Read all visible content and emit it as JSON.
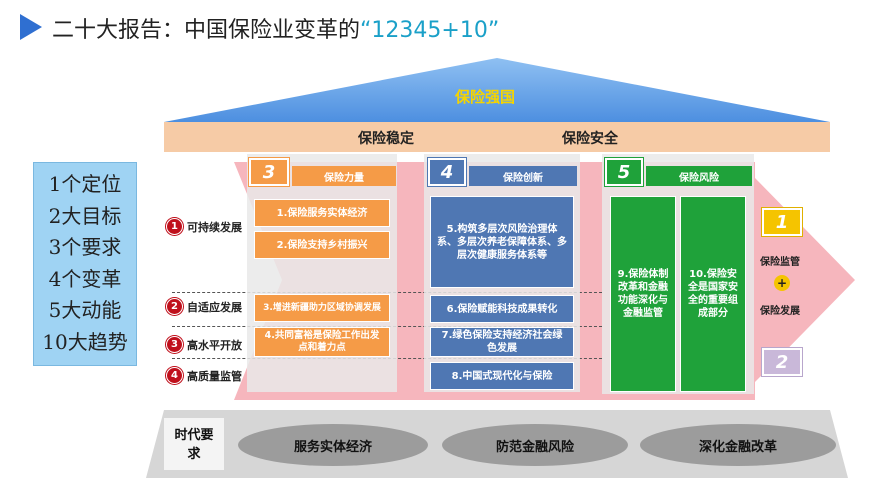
{
  "title": {
    "prefix": "二十大报告：中国保险业变革的",
    "highlight": "“12345+10”"
  },
  "roof": {
    "label": "保险强国"
  },
  "beam": {
    "left": "保险稳定",
    "right": "保险安全"
  },
  "left_list": [
    "1个定位",
    "2大目标",
    "3个要求",
    "4个变革",
    "5大动能",
    "10大趋势"
  ],
  "rows": [
    {
      "num": "1",
      "label": "可持续发展"
    },
    {
      "num": "2",
      "label": "自适应发展"
    },
    {
      "num": "3",
      "label": "高水平开放"
    },
    {
      "num": "4",
      "label": "高质量监管"
    }
  ],
  "col3": {
    "num": "3",
    "header": "保险力量",
    "items": [
      "1.保险服务实体经济",
      "2.保险支持乡村振兴",
      "3.增进新疆助力区域协调发展",
      "4.共同富裕是保险工作出发点和着力点"
    ]
  },
  "col4": {
    "num": "4",
    "header": "保险创新",
    "items": [
      "5.构筑多层次风险治理体系、多层次养老保障体系、多层次健康服务体系等",
      "6.保险赋能科技成果转化",
      "7.绿色保险支持经济社会绿色发展",
      "8.中国式现代化与保险"
    ]
  },
  "col5": {
    "num": "5",
    "header": "保险风险",
    "items": [
      "9.保险体制改革和金融功能深化与金融监管",
      "10.保险安全是国家安全的重要组成部分"
    ]
  },
  "right": {
    "num1": "1",
    "label1": "保险监管",
    "plus": "+",
    "label2": "保险发展",
    "num2": "2"
  },
  "foundation": {
    "label": "时代要求",
    "items": [
      "服务实体经济",
      "防范金融风险",
      "深化金融改革"
    ]
  },
  "colors": {
    "roof": "#5b9be4",
    "orange": "#f59b47",
    "blue": "#4f77b3",
    "green": "#1fa23a",
    "pink": "#f6b6bd"
  }
}
